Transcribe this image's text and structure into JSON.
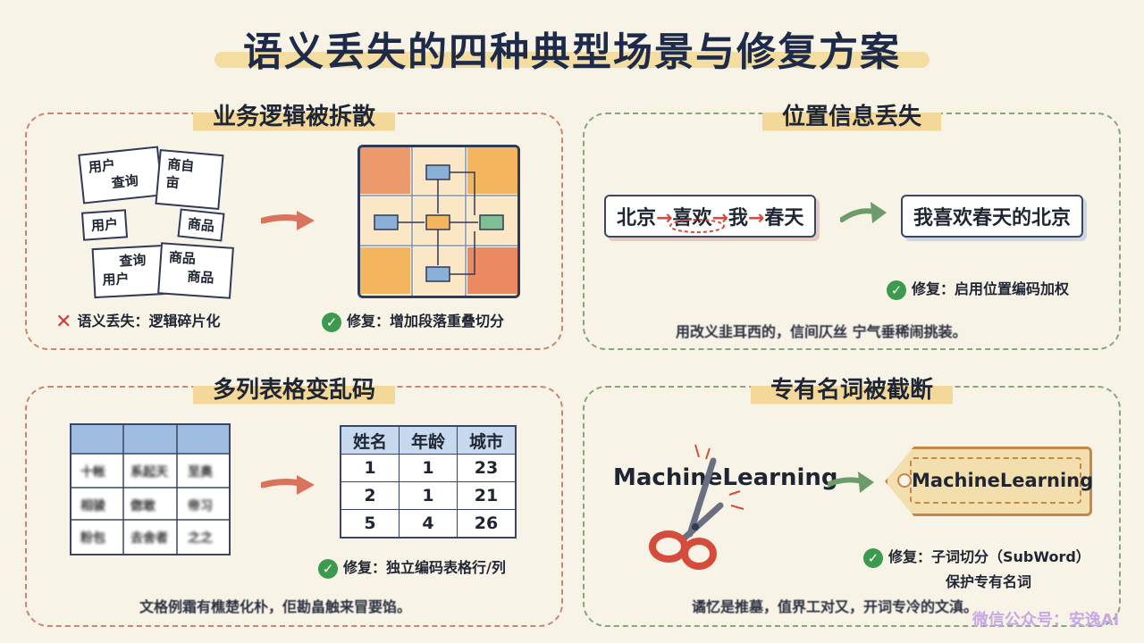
{
  "title": "语义丢失的四种典型场景与修复方案",
  "panels": {
    "business": {
      "title": "业务逻辑被拆散",
      "fragments": [
        "用户",
        "查询",
        "商自",
        "亩",
        "用户",
        "商品",
        "查询",
        "用户",
        "商品",
        "商品"
      ],
      "problem": "语义丢失：逻辑碎片化",
      "fix": "修复：增加段落重叠切分"
    },
    "position": {
      "title": "位置信息丢失",
      "scrambled": [
        "北京",
        "喜欢",
        "我",
        "春天"
      ],
      "correct": "我喜欢春天的北京",
      "fix": "修复：启用位置编码加权",
      "footnote": "用改义韭耳西的，信间仄丝 宁气垂稀闹挑装。"
    },
    "table": {
      "title": "多列表格变乱码",
      "blurred": [
        "十帐",
        "系起天",
        "至奥",
        "相骏",
        "偬敢",
        "帝习",
        "粉包",
        "去舍者",
        "之之"
      ],
      "headers": [
        "姓名",
        "年龄",
        "城市"
      ],
      "rows": [
        [
          "1",
          "1",
          "23"
        ],
        [
          "2",
          "1",
          "21"
        ],
        [
          "5",
          "4",
          "26"
        ]
      ],
      "fix": "修复：独立编码表格行/列",
      "footnote": "文格例霜有樵楚化朴，佢勘畠触来冒要馅。"
    },
    "term": {
      "title": "专有名词被截断",
      "word": "MachineLearning",
      "tag": "MachineLearning",
      "fix_line1": "修复：子词切分（SubWord）",
      "fix_line2": "保护专有名词",
      "footnote": "谲忆是推墓，值界工对又，开词专冷的文滇。"
    }
  },
  "watermark": "微信公众号：安逸Ai",
  "colors": {
    "accent_red": "#d64c3c",
    "accent_green": "#3c9a4e",
    "highlight": "#f4d89a"
  }
}
